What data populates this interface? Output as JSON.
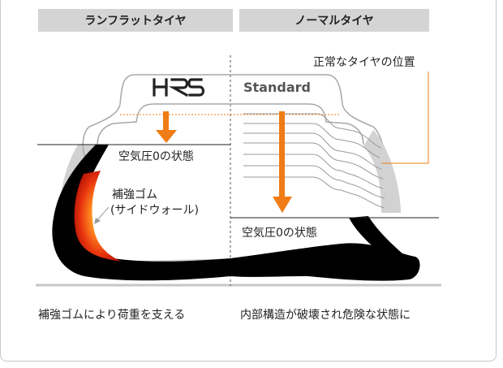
{
  "headers": {
    "left": "ランフラットタイヤ",
    "right": "ノーマルタイヤ"
  },
  "labels": {
    "normal_position": "正常なタイヤの位置",
    "brand_logo": "HRS",
    "standard": "Standard",
    "zero_pressure_left": "空気圧0の状態",
    "zero_pressure_right": "空気圧0の状態",
    "reinforce_line1": "補強ゴム",
    "reinforce_line2": "(サイドウォール)"
  },
  "captions": {
    "left": "補強ゴムにより荷重を支える",
    "right": "内部構造が破壊され危険な状態に"
  },
  "colors": {
    "arrow": "#f07c15",
    "tire_black": "#000000",
    "header_bg": "#d4d4d4",
    "tire_gray": "#c8c8c8",
    "reinforce": [
      "#ffd23a",
      "#ff8a1f",
      "#e8340f",
      "#b31206"
    ]
  }
}
